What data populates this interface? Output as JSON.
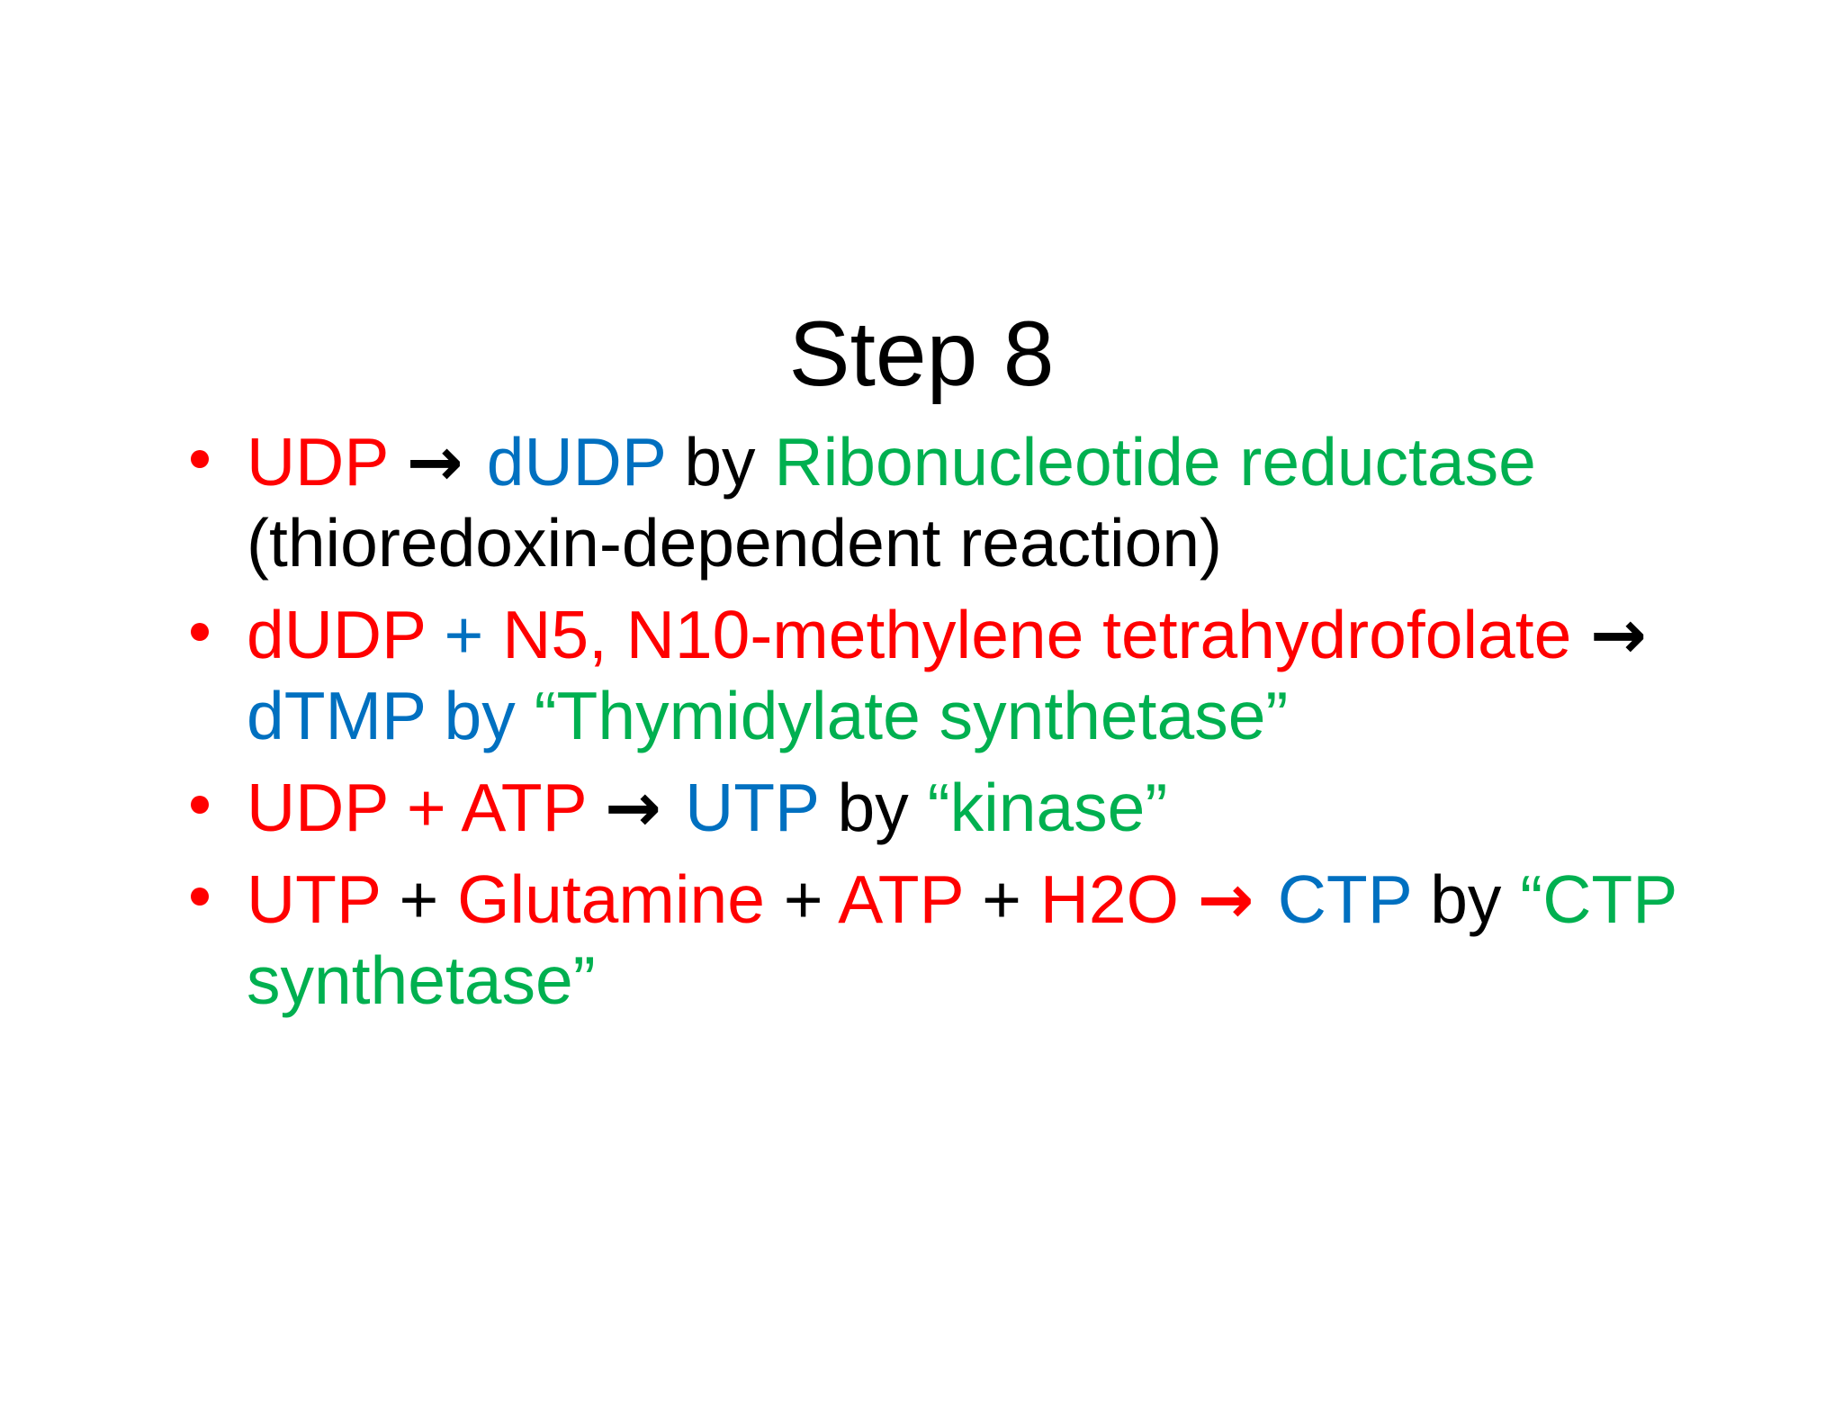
{
  "slide": {
    "title": "Step 8",
    "background": "#FFFFFF"
  },
  "palette": {
    "red": "#FF0000",
    "blue": "#0070C0",
    "green": "#00B050",
    "black": "#000000"
  },
  "list": {
    "marker_color": "red"
  },
  "bullets": [
    {
      "lines": [
        {
          "segments": [
            {
              "text": "UDP ",
              "color": "red"
            },
            {
              "text": "→ ",
              "color": "black"
            },
            {
              "text": "dUDP ",
              "color": "blue"
            },
            {
              "text": "by ",
              "color": "black"
            },
            {
              "text": "Ribonucleotide reductase",
              "color": "green"
            }
          ]
        },
        {
          "segments": [
            {
              "text": "(thioredoxin-dependent reaction)",
              "color": "black"
            }
          ]
        }
      ]
    },
    {
      "lines": [
        {
          "segments": [
            {
              "text": "dUDP ",
              "color": "red"
            },
            {
              "text": "+ ",
              "color": "blue"
            },
            {
              "text": "N5, N10-methylene tetrahydrofolate ",
              "color": "red"
            },
            {
              "text": "→",
              "color": "black"
            }
          ]
        },
        {
          "segments": [
            {
              "text": "dTMP by ",
              "color": "blue"
            },
            {
              "text": "“Thymidylate synthetase”",
              "color": "green"
            }
          ]
        }
      ]
    },
    {
      "lines": [
        {
          "segments": [
            {
              "text": "UDP + ATP ",
              "color": "red"
            },
            {
              "text": "→ ",
              "color": "black"
            },
            {
              "text": "UTP ",
              "color": "blue"
            },
            {
              "text": "by ",
              "color": "black"
            },
            {
              "text": "“kinase”",
              "color": "green"
            }
          ]
        }
      ]
    },
    {
      "lines": [
        {
          "segments": [
            {
              "text": "UTP ",
              "color": "red"
            },
            {
              "text": "+ ",
              "color": "black"
            },
            {
              "text": "Glutamine ",
              "color": "red"
            },
            {
              "text": "+ ",
              "color": "black"
            },
            {
              "text": "ATP ",
              "color": "red"
            },
            {
              "text": "+ ",
              "color": "black"
            },
            {
              "text": "H2O ",
              "color": "red"
            },
            {
              "text": "→ ",
              "color": "red"
            },
            {
              "text": "CTP ",
              "color": "blue"
            },
            {
              "text": "by ",
              "color": "black"
            },
            {
              "text": "“CTP",
              "color": "green"
            }
          ]
        },
        {
          "segments": [
            {
              "text": "synthetase”",
              "color": "green"
            }
          ]
        }
      ]
    }
  ]
}
